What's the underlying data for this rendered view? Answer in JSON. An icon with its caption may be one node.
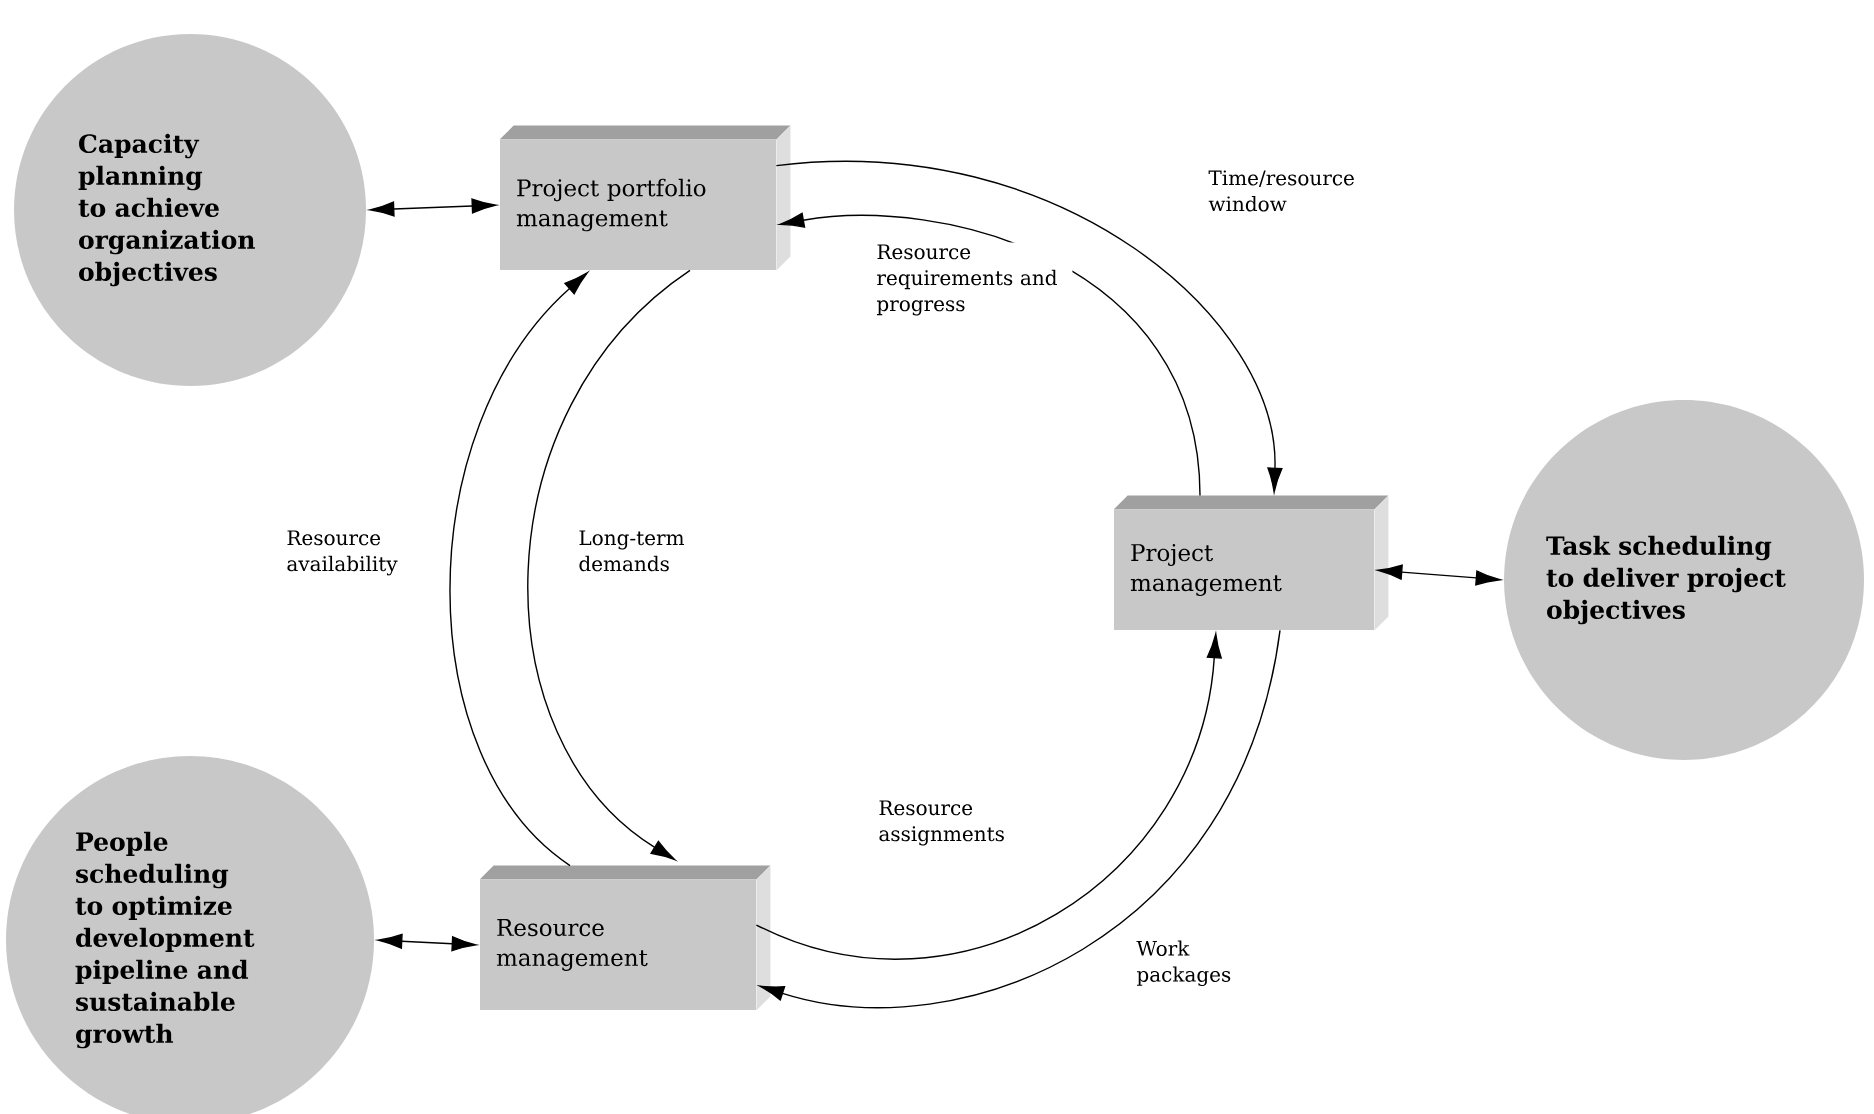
{
  "diagram": {
    "nodes": [
      {
        "text": [
          "Capacity planning to achieve organization objectives"
        ]
      },
      {
        "text": [
          "Project portfolio management"
        ]
      },
      {
        "text": [
          "Project management"
        ]
      },
      {
        "text": [
          "Task scheduling to deliver project objectives"
        ]
      },
      {
        "text": [
          "People scheduling to optimize development pipeline and sustainable growth"
        ]
      },
      {
        "text": [
          "Resource management"
        ]
      }
    ],
    "edges": [
      {
        "from": 0,
        "to": 1,
        "arrow": "both"
      },
      {
        "from": 1,
        "to": 2,
        "arrow": "to",
        "label": "Time/resource window"
      },
      {
        "from": 2,
        "to": 1,
        "arrow": "to",
        "label": "Resource requirements and progress"
      },
      {
        "from": 5,
        "to": 1,
        "arrow": "to",
        "label": "Resource availability"
      },
      {
        "from": 1,
        "to": 5,
        "arrow": "to",
        "label": "Long-term demands"
      },
      {
        "from": 5,
        "to": 2,
        "arrow": "to",
        "label": "Resource assignments"
      },
      {
        "from": 2,
        "to": 5,
        "arrow": "to",
        "label": "Work packages"
      },
      {
        "from": 2,
        "to": 3,
        "arrow": "both"
      },
      {
        "from": 4,
        "to": 5,
        "arrow": "both"
      }
    ]
  }
}
